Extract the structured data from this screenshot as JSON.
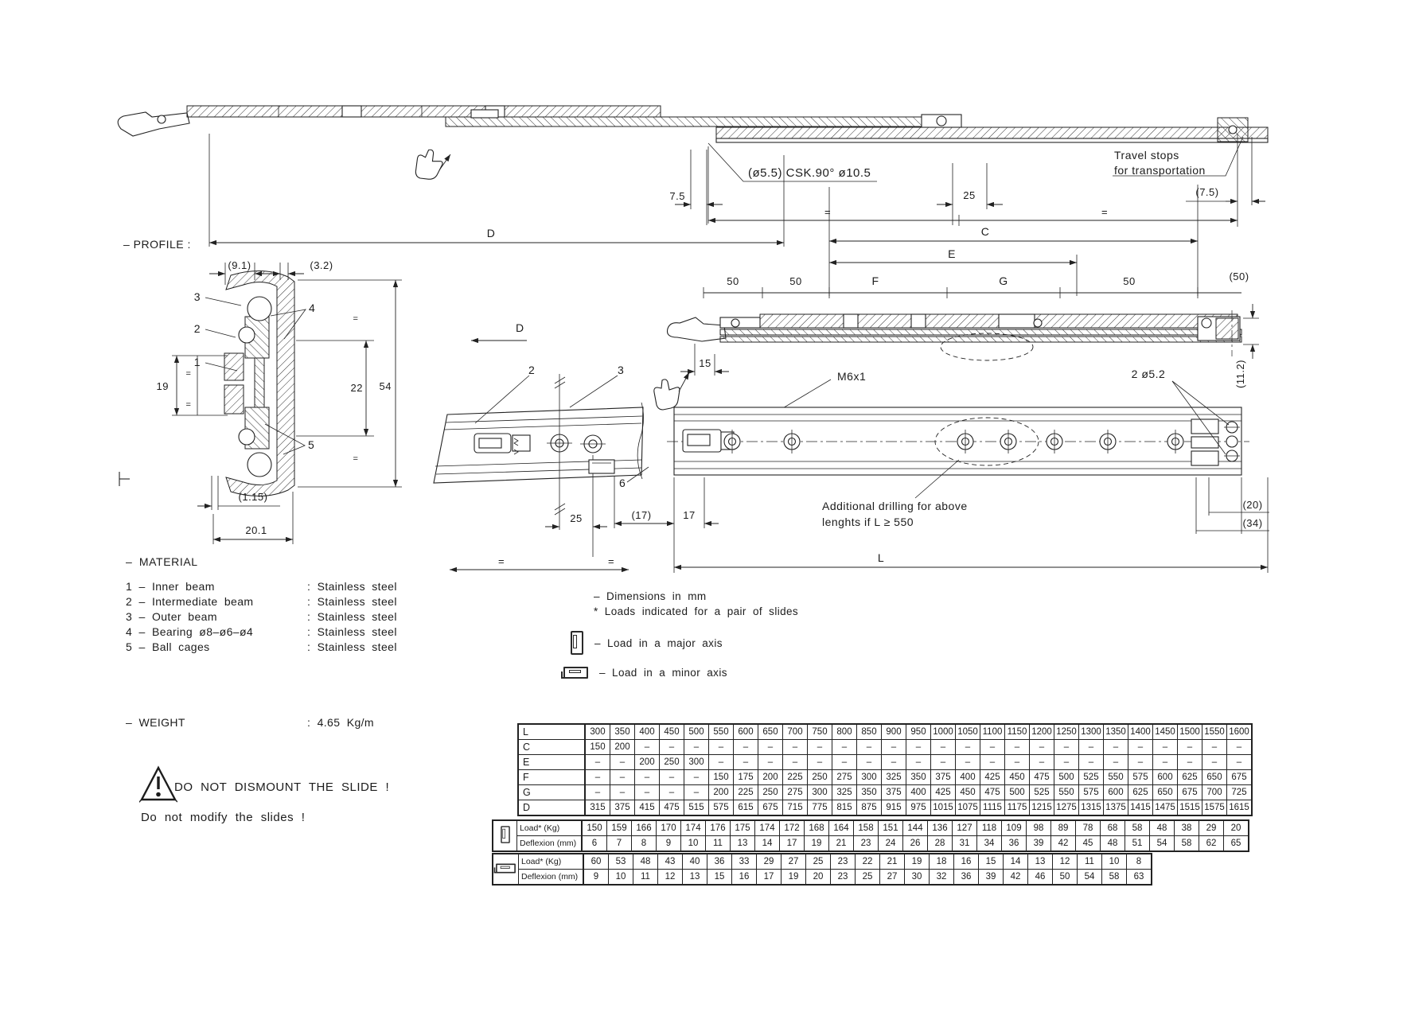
{
  "doc": {
    "background": "#ffffff",
    "ink": "#1c1c1c"
  },
  "top_view": {
    "hole_callout": "(ø5.5)  CSK.90°  ø10.5",
    "dim_left_offset": "7.5",
    "dim_hole_pitch": "25",
    "dim_right_offset": "(7.5)",
    "eq_left": "=",
    "eq_right": "=",
    "travel_stops_1": "Travel stops",
    "travel_stops_2": "for transportation"
  },
  "dims_row": {
    "d": "D",
    "c": "C",
    "e": "E",
    "f": "F",
    "g": "G",
    "fifty_1": "50",
    "fifty_2": "50",
    "fifty_3": "50",
    "fifty_paren": "(50)"
  },
  "profile": {
    "heading": "–  PROFILE :",
    "w_outer": "(9.1)",
    "w_gap": "(3.2)",
    "h_inner": "19",
    "h_mid": "22",
    "h_total": "54",
    "wall": "(1.15)",
    "width_total": "20.1",
    "p1": "1",
    "p2": "2",
    "p3": "3",
    "p4": "4",
    "p5": "5",
    "eq": "="
  },
  "front_view": {
    "arrow_label": "D",
    "p2": "2",
    "p3": "3",
    "p6": "6",
    "hole_pitch": "25",
    "eq": "=",
    "lever_travel": "15",
    "end_offset": "17",
    "end_offset_paren": "(17)",
    "thread": "M6x1",
    "end_holes": "2 ø5.2",
    "height_closed": "(11.2)",
    "end_dim_20": "(20)",
    "end_dim_34": "(34)",
    "length": "L",
    "drill_note_1": "Additional drilling for above",
    "drill_note_2": "lenghts if L ≥ 550"
  },
  "material": {
    "heading": "–  MATERIAL",
    "items": [
      {
        "name": "1 – Inner beam",
        "value": ": Stainless steel"
      },
      {
        "name": "2 – Intermediate beam",
        "value": ": Stainless steel"
      },
      {
        "name": "3 – Outer beam",
        "value": ": Stainless steel"
      },
      {
        "name": "4 – Bearing ø8–ø6–ø4",
        "value": ": Stainless steel"
      },
      {
        "name": "5 – Ball cages",
        "value": ": Stainless steel"
      }
    ]
  },
  "weight": {
    "label": "–  WEIGHT",
    "value": ": 4.65  Kg/m"
  },
  "warnings": {
    "dismount": "DO NOT DISMOUNT THE SLIDE !",
    "modify": "Do not modify the slides !"
  },
  "notes": {
    "dimensions": "–  Dimensions in mm",
    "loads": "*  Loads indicated for a pair of slides",
    "major_axis": "–  Load in a major axis",
    "minor_axis": "–  Load in a minor axis"
  },
  "table": {
    "dims": [
      {
        "label": "L",
        "values": [
          "300",
          "350",
          "400",
          "450",
          "500",
          "550",
          "600",
          "650",
          "700",
          "750",
          "800",
          "850",
          "900",
          "950",
          "1000",
          "1050",
          "1100",
          "1150",
          "1200",
          "1250",
          "1300",
          "1350",
          "1400",
          "1450",
          "1500",
          "1550",
          "1600"
        ]
      },
      {
        "label": "C",
        "values": [
          "150",
          "200",
          "–",
          "–",
          "–",
          "–",
          "–",
          "–",
          "–",
          "–",
          "–",
          "–",
          "–",
          "–",
          "–",
          "–",
          "–",
          "–",
          "–",
          "–",
          "–",
          "–",
          "–",
          "–",
          "–",
          "–",
          "–"
        ]
      },
      {
        "label": "E",
        "values": [
          "–",
          "–",
          "200",
          "250",
          "300",
          "–",
          "–",
          "–",
          "–",
          "–",
          "–",
          "–",
          "–",
          "–",
          "–",
          "–",
          "–",
          "–",
          "–",
          "–",
          "–",
          "–",
          "–",
          "–",
          "–",
          "–",
          "–"
        ]
      },
      {
        "label": "F",
        "values": [
          "–",
          "–",
          "–",
          "–",
          "–",
          "150",
          "175",
          "200",
          "225",
          "250",
          "275",
          "300",
          "325",
          "350",
          "375",
          "400",
          "425",
          "450",
          "475",
          "500",
          "525",
          "550",
          "575",
          "600",
          "625",
          "650",
          "675"
        ]
      },
      {
        "label": "G",
        "values": [
          "–",
          "–",
          "–",
          "–",
          "–",
          "200",
          "225",
          "250",
          "275",
          "300",
          "325",
          "350",
          "375",
          "400",
          "425",
          "450",
          "475",
          "500",
          "525",
          "550",
          "575",
          "600",
          "625",
          "650",
          "675",
          "700",
          "725"
        ]
      },
      {
        "label": "D",
        "values": [
          "315",
          "375",
          "415",
          "475",
          "515",
          "575",
          "615",
          "675",
          "715",
          "775",
          "815",
          "875",
          "915",
          "975",
          "1015",
          "1075",
          "1115",
          "1175",
          "1215",
          "1275",
          "1315",
          "1375",
          "1415",
          "1475",
          "1515",
          "1575",
          "1615"
        ]
      }
    ],
    "loads": [
      {
        "icon": "major-axis-icon",
        "rows": [
          {
            "label": "Load* (Kg)",
            "values": [
              "150",
              "159",
              "166",
              "170",
              "174",
              "176",
              "175",
              "174",
              "172",
              "168",
              "164",
              "158",
              "151",
              "144",
              "136",
              "127",
              "118",
              "109",
              "98",
              "89",
              "78",
              "68",
              "58",
              "48",
              "38",
              "29",
              "20"
            ]
          },
          {
            "label": "Deflexion (mm)",
            "values": [
              "6",
              "7",
              "8",
              "9",
              "10",
              "11",
              "13",
              "14",
              "17",
              "19",
              "21",
              "23",
              "24",
              "26",
              "28",
              "31",
              "34",
              "36",
              "39",
              "42",
              "45",
              "48",
              "51",
              "54",
              "58",
              "62",
              "65"
            ]
          }
        ]
      },
      {
        "icon": "minor-axis-icon",
        "rows": [
          {
            "label": "Load* (Kg)",
            "values": [
              "60",
              "53",
              "48",
              "43",
              "40",
              "36",
              "33",
              "29",
              "27",
              "25",
              "23",
              "22",
              "21",
              "19",
              "18",
              "16",
              "15",
              "14",
              "13",
              "12",
              "11",
              "10",
              "8"
            ]
          },
          {
            "label": "Deflexion (mm)",
            "values": [
              "9",
              "10",
              "11",
              "12",
              "13",
              "15",
              "16",
              "17",
              "19",
              "20",
              "23",
              "25",
              "27",
              "30",
              "32",
              "36",
              "39",
              "42",
              "46",
              "50",
              "54",
              "58",
              "63"
            ]
          }
        ]
      }
    ]
  }
}
